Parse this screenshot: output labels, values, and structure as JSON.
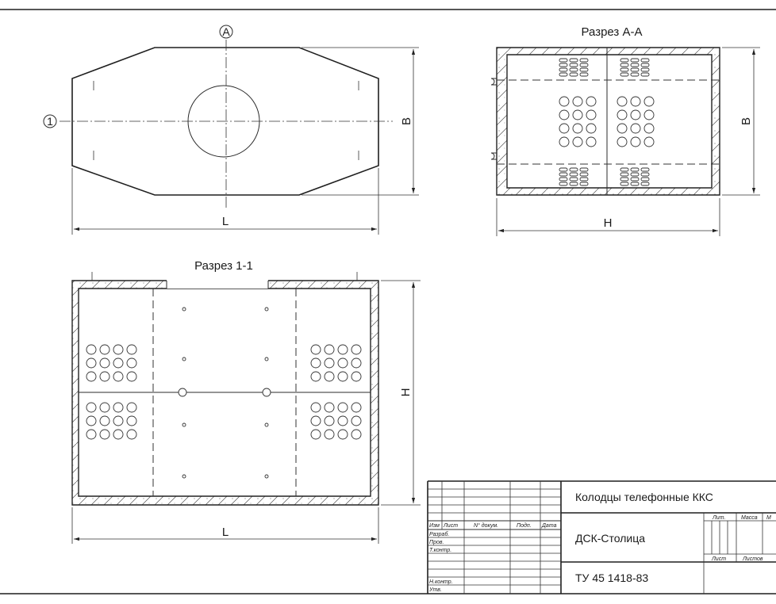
{
  "views": {
    "section_aa_title": "Разрез А-А",
    "section_11_title": "Разрез 1-1"
  },
  "markers": {
    "axis_a": "A",
    "axis_1": "1"
  },
  "dimensions": {
    "plan_width": "L",
    "plan_height": "B",
    "section_aa_width": "H",
    "section_aa_height": "B",
    "section_11_width": "L",
    "section_11_height": "H"
  },
  "title_block": {
    "headers": {
      "izm": "Изм",
      "list": "Лист",
      "doc_no": "N° докум.",
      "sign": "Подп.",
      "date": "Дата"
    },
    "roles": [
      "Разраб.",
      "Пров.",
      "Т.контр.",
      "Н.контр.",
      "Утв."
    ],
    "title": "Колодцы телефонные ККС",
    "organization": "ДСК-Столица",
    "standard": "ТУ 45 1418-83",
    "lit": "Лит.",
    "mass": "Масса",
    "scale": "М",
    "sheet": "Лист",
    "sheets": "Листов"
  }
}
